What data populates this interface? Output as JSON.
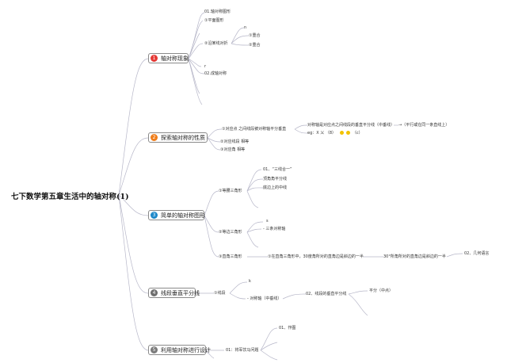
{
  "root": "七下数学第五章生活中的轴对称(1)",
  "colors": {
    "line": "#b7b7c9",
    "badge1": "#e53935",
    "badge2": "#ef7d1a",
    "badge3": "#1e88c9",
    "badge4": "#6e6e6e",
    "badge5": "#7a7a7a"
  },
  "topics": [
    {
      "num": "1",
      "label": "轴对称现象"
    },
    {
      "num": "2",
      "label": "探索轴对称的性质"
    },
    {
      "num": "3",
      "label": "简单的轴对称图形"
    },
    {
      "num": "4",
      "label": "线段垂直平分线"
    },
    {
      "num": "5",
      "label": "利用轴对称进行设计"
    }
  ],
  "t1": {
    "a": "01.轴对称图形",
    "a1": "①平面图形",
    "a2": "②沿某线对折",
    "a2a": "n",
    "a2b": "①重合",
    "a2c": "②重合",
    "b0": "r",
    "b": "02.成轴对称"
  },
  "t2": {
    "a": "①对应点 之间线段被对称轴平分垂直",
    "a1": "对称轴是对应点之间线段的垂直平分线（中垂线）",
    "a2": "→（平行或在同一条直线上）",
    "a3": "eg：X 乂 （8）",
    "a3b": "（c）",
    "b": "②对应线段 相等",
    "c": "③对应角 相等"
  },
  "t3": {
    "a": "①等腰三角形",
    "a1": "01、“三线合一”",
    "a2": "顶角角平分线",
    "a3": "底边上的中线",
    "b": "②等边三角形",
    "b1": "s",
    "b2": "- 三条对称轴",
    "c": "③直角三角形",
    "c1": "①在直角三角形中，30度角所对的直角边是斜边的一半",
    "c2": "30°所角所对的直角边是斜边的一半",
    "c3": "02、几何语言"
  },
  "t4": {
    "a": "①线段",
    "a0": "k",
    "b": "- 对称轴（中垂线）",
    "c": "02、线段的垂直平分线",
    "d": "平分（中点）"
  },
  "t5": {
    "a": "01：将军饮马问题",
    "b": "01、作图"
  }
}
